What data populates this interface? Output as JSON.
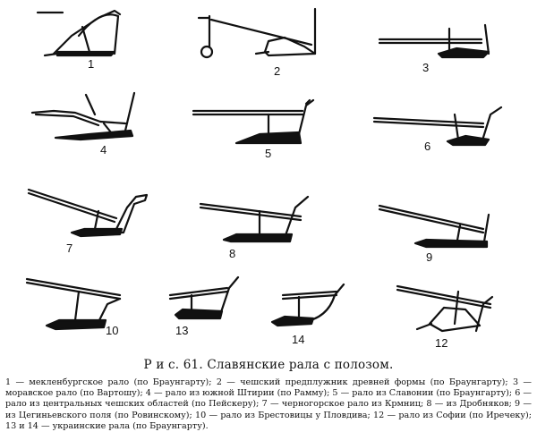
{
  "figure": {
    "labels": [
      "1",
      "2",
      "3",
      "4",
      "5",
      "6",
      "7",
      "8",
      "9",
      "10",
      "13",
      "14",
      "12"
    ]
  },
  "caption": {
    "prefix": "Р и с.  61.",
    "title": "Славянские рала с полозом."
  },
  "legend": {
    "text": "1 — мекленбургское рало (по Браунгарту); 2 — чешский предплужник древней формы (по Браунгарту); 3 — моравское рало (по Вартошу); 4 — рало из южной Штирии (по Рамму); 5 — рало из Славонии (по Браунгарту); 6 — рало из центральных чешских областей (по Пейскеру); 7 — черногорское рало из Крмниц; 8 — из Дробняков; 9 — из Цегиньевского поля (по Ровинскому); 10 — рало из Брестовицы у Пловдива; 12 — рало из Софии (по Иречеку); 13 и 14 — украинские рала (по Браунгарту)."
  }
}
